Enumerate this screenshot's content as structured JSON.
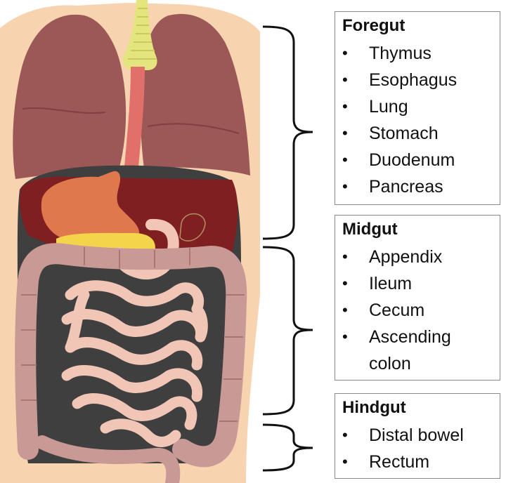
{
  "groups": [
    {
      "title": "Foregut",
      "items": [
        "Thymus",
        "Esophagus",
        "Lung",
        "Stomach",
        "Duodenum",
        "Pancreas"
      ]
    },
    {
      "title": "Midgut",
      "items": [
        "Appendix",
        "Ileum",
        "Cecum",
        "Ascending colon"
      ]
    },
    {
      "title": "Hindgut",
      "items": [
        "Distal bowel",
        "Rectum"
      ]
    }
  ],
  "bullet": "•",
  "colors": {
    "skin": "#F7D3B0",
    "lung": "#9C5757",
    "liver": "#7F1F22",
    "stomach": "#E0784D",
    "pancreas": "#F3D44B",
    "trachea": "#E5E580",
    "esophagus": "#E1706A",
    "small_intestine": "#F2C6B6",
    "large_intestine": "#C99996",
    "cavity": "#3F3F3F",
    "bracket": "#111111"
  }
}
